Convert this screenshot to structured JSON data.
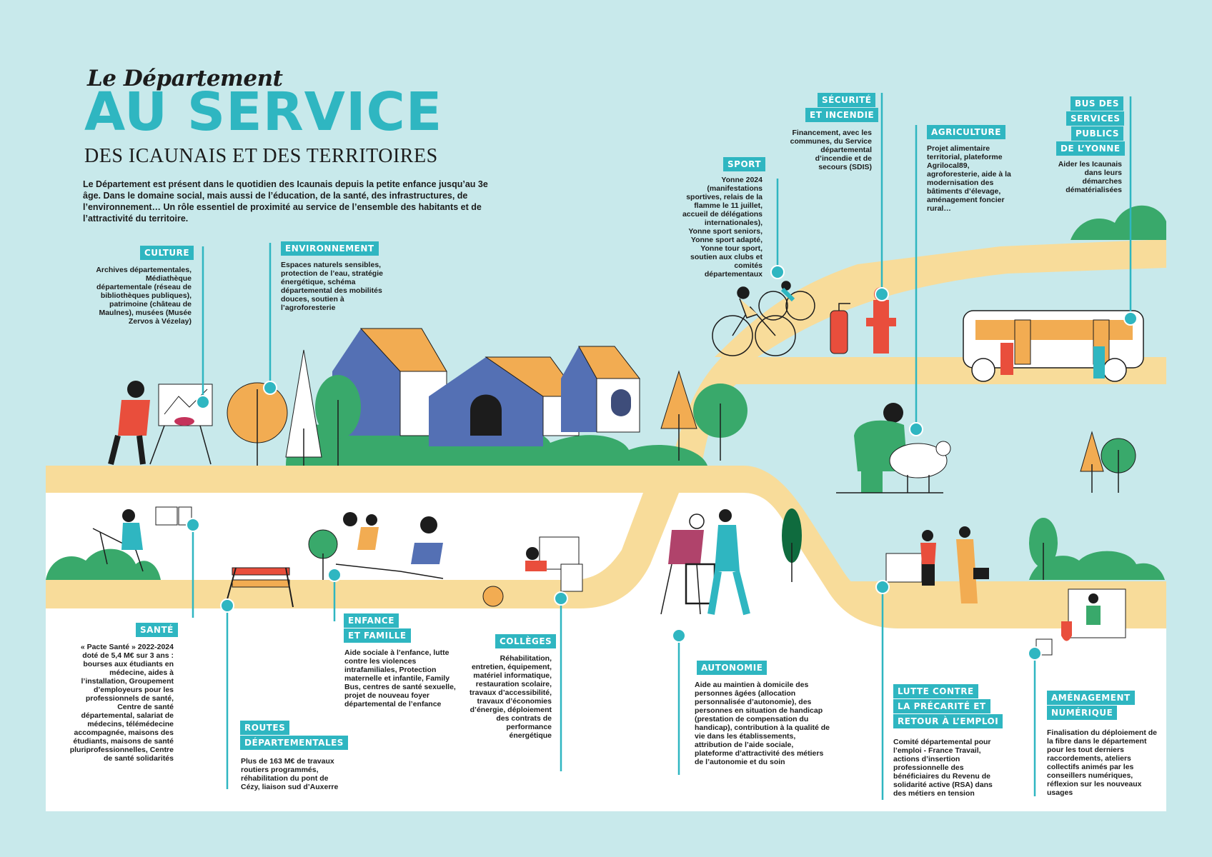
{
  "header": {
    "title_small": "Le Département",
    "title_big": "AU SERVICE",
    "subtitle": "DES ICAUNAIS ET DES TERRITOIRES",
    "intro": "Le Département est présent dans le quotidien des Icaunais depuis la petite enfance jusqu’au 3e âge. Dans le domaine social, mais aussi de l’éducation, de la santé, des infrastructures, de l’environnement… Un rôle essentiel de proximité au service de l’ensemble des habitants et de l’attractivité du territoire."
  },
  "sections": {
    "culture": {
      "tag": [
        "CULTURE"
      ],
      "text": "Archives départementales, Médiathèque départementale (réseau de bibliothèques publiques), patrimoine (château de Maulnes), musées (Musée Zervos à Vézelay)"
    },
    "environnement": {
      "tag": [
        "ENVIRONNEMENT"
      ],
      "text": "Espaces naturels sensibles, protection de l’eau, stratégie énergétique, schéma départemental des mobilités douces, soutien à l’agroforesterie"
    },
    "sport": {
      "tag": [
        "SPORT"
      ],
      "text": "Yonne 2024 (manifestations sportives, relais de la flamme le 11 juillet, accueil de délégations internationales), Yonne sport seniors, Yonne sport adapté, Yonne tour sport, soutien aux clubs et comités départementaux"
    },
    "securite": {
      "tag": [
        "SÉCURITÉ",
        "ET INCENDIE"
      ],
      "text": "Financement, avec les communes, du Service départemental d’incendie et de secours (SDIS)"
    },
    "agriculture": {
      "tag": [
        "AGRICULTURE"
      ],
      "text": "Projet alimentaire territorial, plateforme Agrilocal89, agroforesterie, aide à la modernisation des bâtiments d’élevage, aménagement foncier rural…"
    },
    "bus": {
      "tag": [
        "BUS DES",
        "SERVICES",
        "PUBLICS",
        "DE L’YONNE"
      ],
      "text": "Aider les Icaunais dans leurs démarches dématérialisées"
    },
    "sante": {
      "tag": [
        "SANTÉ"
      ],
      "text": "« Pacte Santé » 2022-2024 doté de 5,4 M€ sur 3 ans : bourses aux étudiants en médecine, aides à l’installation, Groupement d’employeurs pour les professionnels de santé, Centre de santé départemental, salariat de médecins, télémédecine accompagnée, maisons des étudiants, maisons de santé pluriprofessionnelles, Centre de santé solidarités"
    },
    "routes": {
      "tag": [
        "ROUTES",
        "DÉPARTEMENTALES"
      ],
      "text": "Plus de 163 M€ de travaux routiers programmés, réhabilitation du pont de Cézy, liaison sud d’Auxerre"
    },
    "enfance": {
      "tag": [
        "ENFANCE",
        "ET FAMILLE"
      ],
      "text": "Aide sociale à l’enfance, lutte contre les violences intrafamiliales, Protection maternelle et infantile, Family Bus, centres de santé sexuelle, projet de nouveau foyer départemental de l’enfance"
    },
    "colleges": {
      "tag": [
        "COLLÈGES"
      ],
      "text": "Réhabilitation, entretien, équipement, matériel informatique, restauration scolaire, travaux d’accessibilité, travaux d’économies d’énergie, déploiement des contrats de performance énergétique"
    },
    "autonomie": {
      "tag": [
        "AUTONOMIE"
      ],
      "text": "Aide au maintien à domicile des personnes âgées (allocation personnalisée d’autonomie), des personnes en situation de handicap (prestation de compensation du handicap), contribution à la qualité de vie dans les établissements, attribution de l’aide sociale, plateforme d’attractivité des métiers de l’autonomie et du soin"
    },
    "precarite": {
      "tag": [
        "LUTTE CONTRE",
        "LA PRÉCARITÉ ET",
        "RETOUR À L’EMPLOI"
      ],
      "text": "Comité départemental pour l’emploi - France Travail, actions d’insertion professionnelle des bénéficiaires du Revenu de solidarité active (RSA) dans des métiers en tension"
    },
    "numerique": {
      "tag": [
        "AMÉNAGEMENT",
        "NUMÉRIQUE"
      ],
      "text": "Finalisation du déploiement de la fibre dans le département pour les tout derniers raccordements, ateliers collectifs animés par les conseillers numériques, réflexion sur les nouveaux usages"
    }
  },
  "colors": {
    "background": "#c8e9eb",
    "accent": "#2fb6c1",
    "road": "#f8dc9a",
    "ground": "#ffffff",
    "green": "#39a96b",
    "blue_house": "#5470b4",
    "orange": "#f2ac52",
    "red": "#e94e3c"
  }
}
